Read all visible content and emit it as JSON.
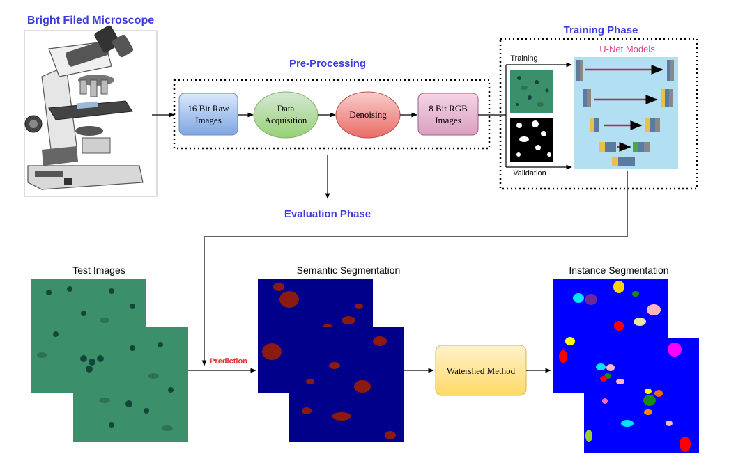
{
  "microscope": {
    "title": "Bright Filed Microscope"
  },
  "preprocessing": {
    "title": "Pre-Processing",
    "steps": [
      {
        "line1": "16 Bit Raw",
        "line2": "Images",
        "fill": "#a9c4ea",
        "stroke": "#6c8ebf"
      },
      {
        "line1": "Data",
        "line2": "Acquisition",
        "fill": "#b9e0a5",
        "stroke": "#82b366"
      },
      {
        "line1": "Denoising",
        "line2": "",
        "fill": "#f19c99",
        "stroke": "#b85450"
      },
      {
        "line1": "8 Bit RGB",
        "line2": "Images",
        "fill": "#e6b3cc",
        "stroke": "#996185"
      }
    ]
  },
  "evaluation": {
    "title": "Evaluation Phase"
  },
  "training": {
    "title": "Training Phase",
    "training_label": "Training",
    "validation_label": "Validation",
    "models_label": "U-Net Models"
  },
  "results": {
    "test_title": "Test Images",
    "semantic_title": "Semantic Segmentation",
    "instance_title": "Instance Segmentation",
    "prediction_label": "Prediction",
    "watershed_label": "Watershed Method"
  },
  "colors": {
    "title_blue": "#3c3cdc",
    "prediction_red": "#e03030",
    "unet_pink": "#e0408a",
    "test_green": "#3b8f6b",
    "semantic_navy": "#00008b",
    "semantic_blob": "#8b1a10",
    "instance_blue": "#0000ff"
  }
}
